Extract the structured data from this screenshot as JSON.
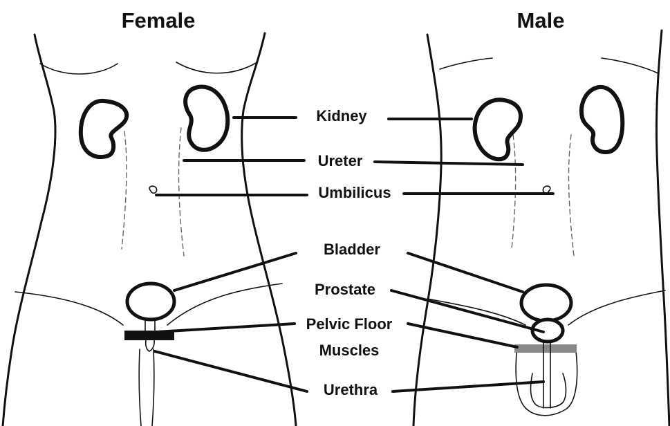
{
  "headings": {
    "female": "Female",
    "male": "Male"
  },
  "labels": {
    "kidney": "Kidney",
    "ureter": "Ureter",
    "umbilicus": "Umbilicus",
    "bladder": "Bladder",
    "prostate": "Prostate",
    "pelvic_floor_line1": "Pelvic Floor",
    "pelvic_floor_line2": "Muscles",
    "urethra": "Urethra"
  }
}
